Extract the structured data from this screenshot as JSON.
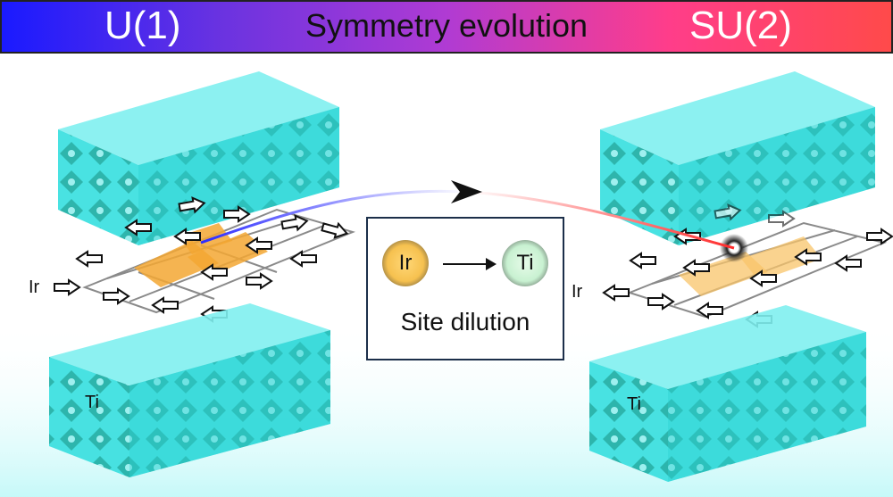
{
  "banner": {
    "left": "U(1)",
    "middle": "Symmetry evolution",
    "right": "SU(2)"
  },
  "legend": {
    "from": "Ir",
    "to": "Ti",
    "caption": "Site dilution"
  },
  "labels": {
    "left_ir": "Ir",
    "left_ti": "Ti",
    "right_ir": "Ir",
    "right_ti": "Ti"
  },
  "colors": {
    "slab": "#3fe0e0",
    "octahedra": "#1fa99f",
    "square": "#f3a733",
    "ir_atom": "#f6c14f",
    "ti_atom": "#c8f1d1",
    "u1": "#1a1aff",
    "su2": "#ff4a4a"
  }
}
